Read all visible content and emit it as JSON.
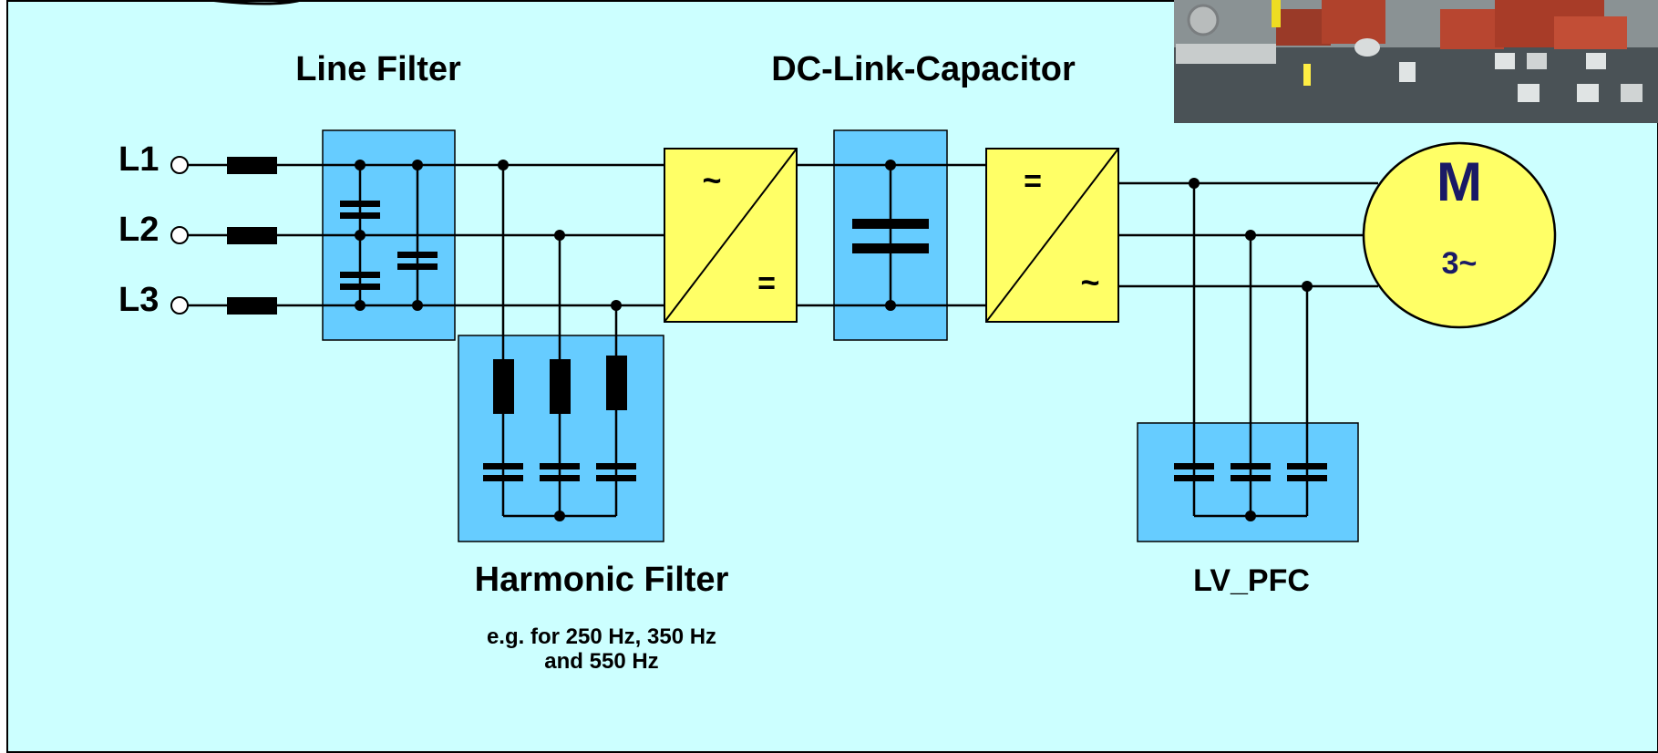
{
  "colors": {
    "background": "#ccffff",
    "filter_box": "#66ccff",
    "converter": "#ffff66",
    "motor": "#ffff66",
    "motor_text": "#1a1a66"
  },
  "labels": {
    "line_filter": "Line Filter",
    "dc_link": "DC-Link-Capacitor",
    "harmonic_filter": "Harmonic Filter",
    "harmonic_note_1": "e.g. for 250 Hz, 350 Hz",
    "harmonic_note_2": "and 550 Hz",
    "lv_pfc": "LV_PFC"
  },
  "phases": [
    "L1",
    "L2",
    "L3"
  ],
  "rectifier": {
    "ac_symbol": "~",
    "dc_symbol": "="
  },
  "inverter": {
    "dc_symbol": "=",
    "ac_symbol": "~"
  },
  "motor": {
    "letter": "M",
    "phase_text": "3~"
  },
  "photo": {
    "icon": "capacitor-photo"
  }
}
